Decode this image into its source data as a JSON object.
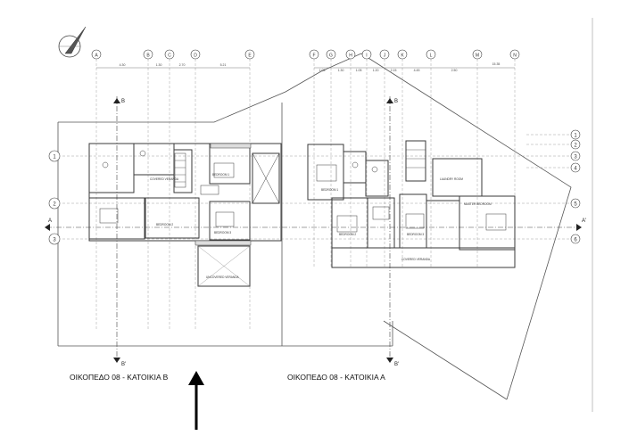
{
  "captions": {
    "house_b": "ΟΙΚΟΠΕΔΟ 08 -  ΚΑΤΟΙΚΙΑ  Β",
    "house_a": "ΟΙΚΟΠΕΔΟ 08 -  ΚΑΤΟΙΚΙΑ  Α"
  },
  "grid_letters_b": [
    "A",
    "B",
    "C",
    "D",
    "E"
  ],
  "grid_letters_a": [
    "F",
    "G",
    "H",
    "I",
    "J",
    "K",
    "L",
    "M",
    "N"
  ],
  "grid_numbers_b": [
    "1",
    "2",
    "3"
  ],
  "grid_numbers_a": [
    "1",
    "2",
    "3",
    "4",
    "5",
    "6"
  ],
  "section_marks": {
    "b_top": "B",
    "b_bottom": "B'",
    "a_top": "B",
    "a_bottom": "B'",
    "a_left": "A",
    "a_right": "A'"
  },
  "dims_b": [
    "4.30",
    "1.30",
    "2.70",
    "5.21"
  ],
  "dims_a": [
    "1.05",
    "1.30",
    "1.05",
    "1.20",
    "2.15",
    "4.45",
    "2.50",
    "15.35"
  ],
  "rooms_b": [
    "BEDROOM 1",
    "COVERED VERANDA",
    "BEDROOM 2",
    "BEDROOM 3",
    "UNCOVERED VERANDA"
  ],
  "rooms_a": [
    "BEDROOM 1",
    "BEDROOM 2",
    "BEDROOM 3",
    "LAUNDRY ROOM",
    "MASTER BEDROOM",
    "COVERED VERANDA"
  ],
  "colors": {
    "line": "#3a3a3a",
    "light": "#8a8a8a",
    "arrow": "#000000"
  },
  "icons": {
    "north": "north-arrow-icon",
    "pointer": "up-arrow-icon"
  }
}
